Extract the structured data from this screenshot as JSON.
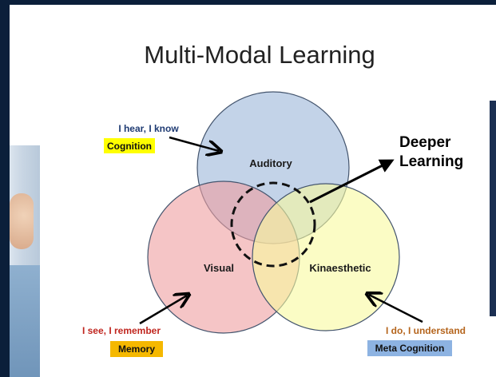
{
  "title": "Multi-Modal Learning",
  "circles": {
    "auditory": {
      "label": "Auditory",
      "color": "#b8cbe4"
    },
    "visual": {
      "label": "Visual",
      "color": "#f2b8b8"
    },
    "kinaesthetic": {
      "label": "Kinaesthetic",
      "color": "#fafcb8"
    }
  },
  "deeper_learning": {
    "line1": "Deeper",
    "line2": "Learning"
  },
  "callouts": {
    "hear": {
      "text": "I hear, I know",
      "tag": "Cognition",
      "tag_color": "#ffff00"
    },
    "see": {
      "text": "I see, I remember",
      "tag": "Memory",
      "tag_color": "#f5b800"
    },
    "do": {
      "text": "I do, I understand",
      "tag": "Meta Cognition",
      "tag_color": "#8db3e2"
    }
  }
}
